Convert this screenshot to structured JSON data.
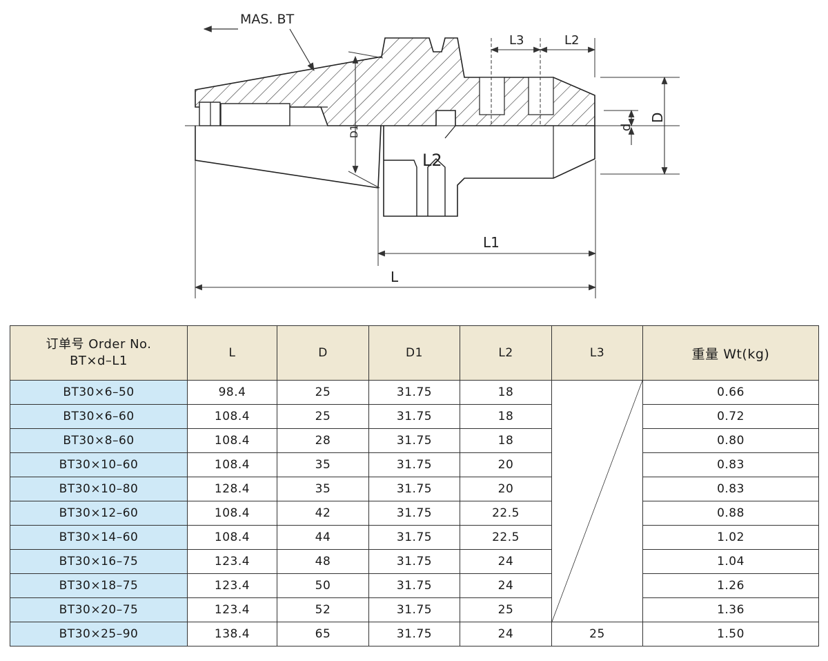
{
  "drawing": {
    "taper_label": "MAS. BT",
    "labels": {
      "l3": "L3",
      "l2": "L2",
      "l2_inner": "L2",
      "l1": "L1",
      "l": "L",
      "d1": "D1",
      "d_small": "d",
      "d_big": "D"
    }
  },
  "table": {
    "headers": {
      "order_line1": "订单号 Order No.",
      "order_line2": "BT×d–L1",
      "L": "L",
      "D": "D",
      "D1": "D1",
      "L2": "L2",
      "L3": "L3",
      "weight": "重量 Wt(kg)"
    },
    "rows": [
      {
        "order": "BT30×6–50",
        "L": "98.4",
        "D": "25",
        "D1": "31.75",
        "L2": "18",
        "L3": "",
        "wt": "0.66"
      },
      {
        "order": "BT30×6–60",
        "L": "108.4",
        "D": "25",
        "D1": "31.75",
        "L2": "18",
        "L3": "",
        "wt": "0.72"
      },
      {
        "order": "BT30×8–60",
        "L": "108.4",
        "D": "28",
        "D1": "31.75",
        "L2": "18",
        "L3": "",
        "wt": "0.80"
      },
      {
        "order": "BT30×10–60",
        "L": "108.4",
        "D": "35",
        "D1": "31.75",
        "L2": "20",
        "L3": "",
        "wt": "0.83"
      },
      {
        "order": "BT30×10–80",
        "L": "128.4",
        "D": "35",
        "D1": "31.75",
        "L2": "20",
        "L3": "",
        "wt": "0.83"
      },
      {
        "order": "BT30×12–60",
        "L": "108.4",
        "D": "42",
        "D1": "31.75",
        "L2": "22.5",
        "L3": "",
        "wt": "0.88"
      },
      {
        "order": "BT30×14–60",
        "L": "108.4",
        "D": "44",
        "D1": "31.75",
        "L2": "22.5",
        "L3": "",
        "wt": "1.02"
      },
      {
        "order": "BT30×16–75",
        "L": "123.4",
        "D": "48",
        "D1": "31.75",
        "L2": "24",
        "L3": "",
        "wt": "1.04"
      },
      {
        "order": "BT30×18–75",
        "L": "123.4",
        "D": "50",
        "D1": "31.75",
        "L2": "24",
        "L3": "",
        "wt": "1.26"
      },
      {
        "order": "BT30×20–75",
        "L": "123.4",
        "D": "52",
        "D1": "31.75",
        "L2": "25",
        "L3": "",
        "wt": "1.36"
      },
      {
        "order": "BT30×25–90",
        "L": "138.4",
        "D": "65",
        "D1": "31.75",
        "L2": "24",
        "L3": "25",
        "wt": "1.50"
      }
    ]
  },
  "colors": {
    "header_bg": "#efe8d3",
    "order_cell_bg": "#cfe9f7",
    "line": "#333333"
  }
}
